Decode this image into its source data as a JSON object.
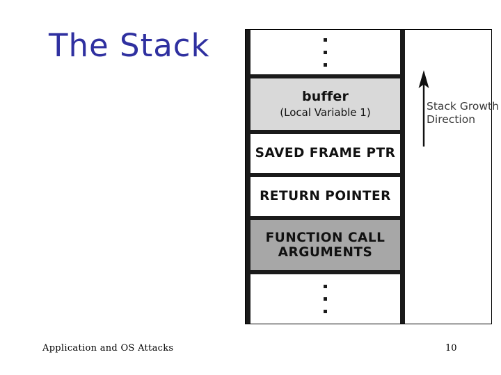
{
  "slide": {
    "title": "The Stack",
    "title_color": "#2f30a0",
    "footer": "Application and OS Attacks",
    "page_number": "10"
  },
  "diagram": {
    "name": "stack-layout-diagram",
    "cells": [
      {
        "id": "top-ellipsis",
        "title": "",
        "subtitle": "",
        "ellipsis": true,
        "fill": "#ffffff"
      },
      {
        "id": "buffer",
        "title": "buffer",
        "subtitle": "(Local Variable 1)",
        "ellipsis": false,
        "fill": "#d9d9d9"
      },
      {
        "id": "saved-frame-ptr",
        "title": "SAVED FRAME PTR",
        "subtitle": "",
        "ellipsis": false,
        "fill": "#ffffff"
      },
      {
        "id": "return-pointer",
        "title": "RETURN POINTER",
        "subtitle": "",
        "ellipsis": false,
        "fill": "#ffffff"
      },
      {
        "id": "function-call-arguments",
        "title": "FUNCTION CALL\nARGUMENTS",
        "subtitle": "",
        "ellipsis": false,
        "fill": "#a7a7a7"
      },
      {
        "id": "bottom-ellipsis",
        "title": "",
        "subtitle": "",
        "ellipsis": true,
        "fill": "#ffffff"
      }
    ],
    "annotation": {
      "label": "Stack Growth\nDirection",
      "arrow_direction": "up",
      "arrow_color": "#111111",
      "label_color": "#3a3a3a"
    }
  }
}
